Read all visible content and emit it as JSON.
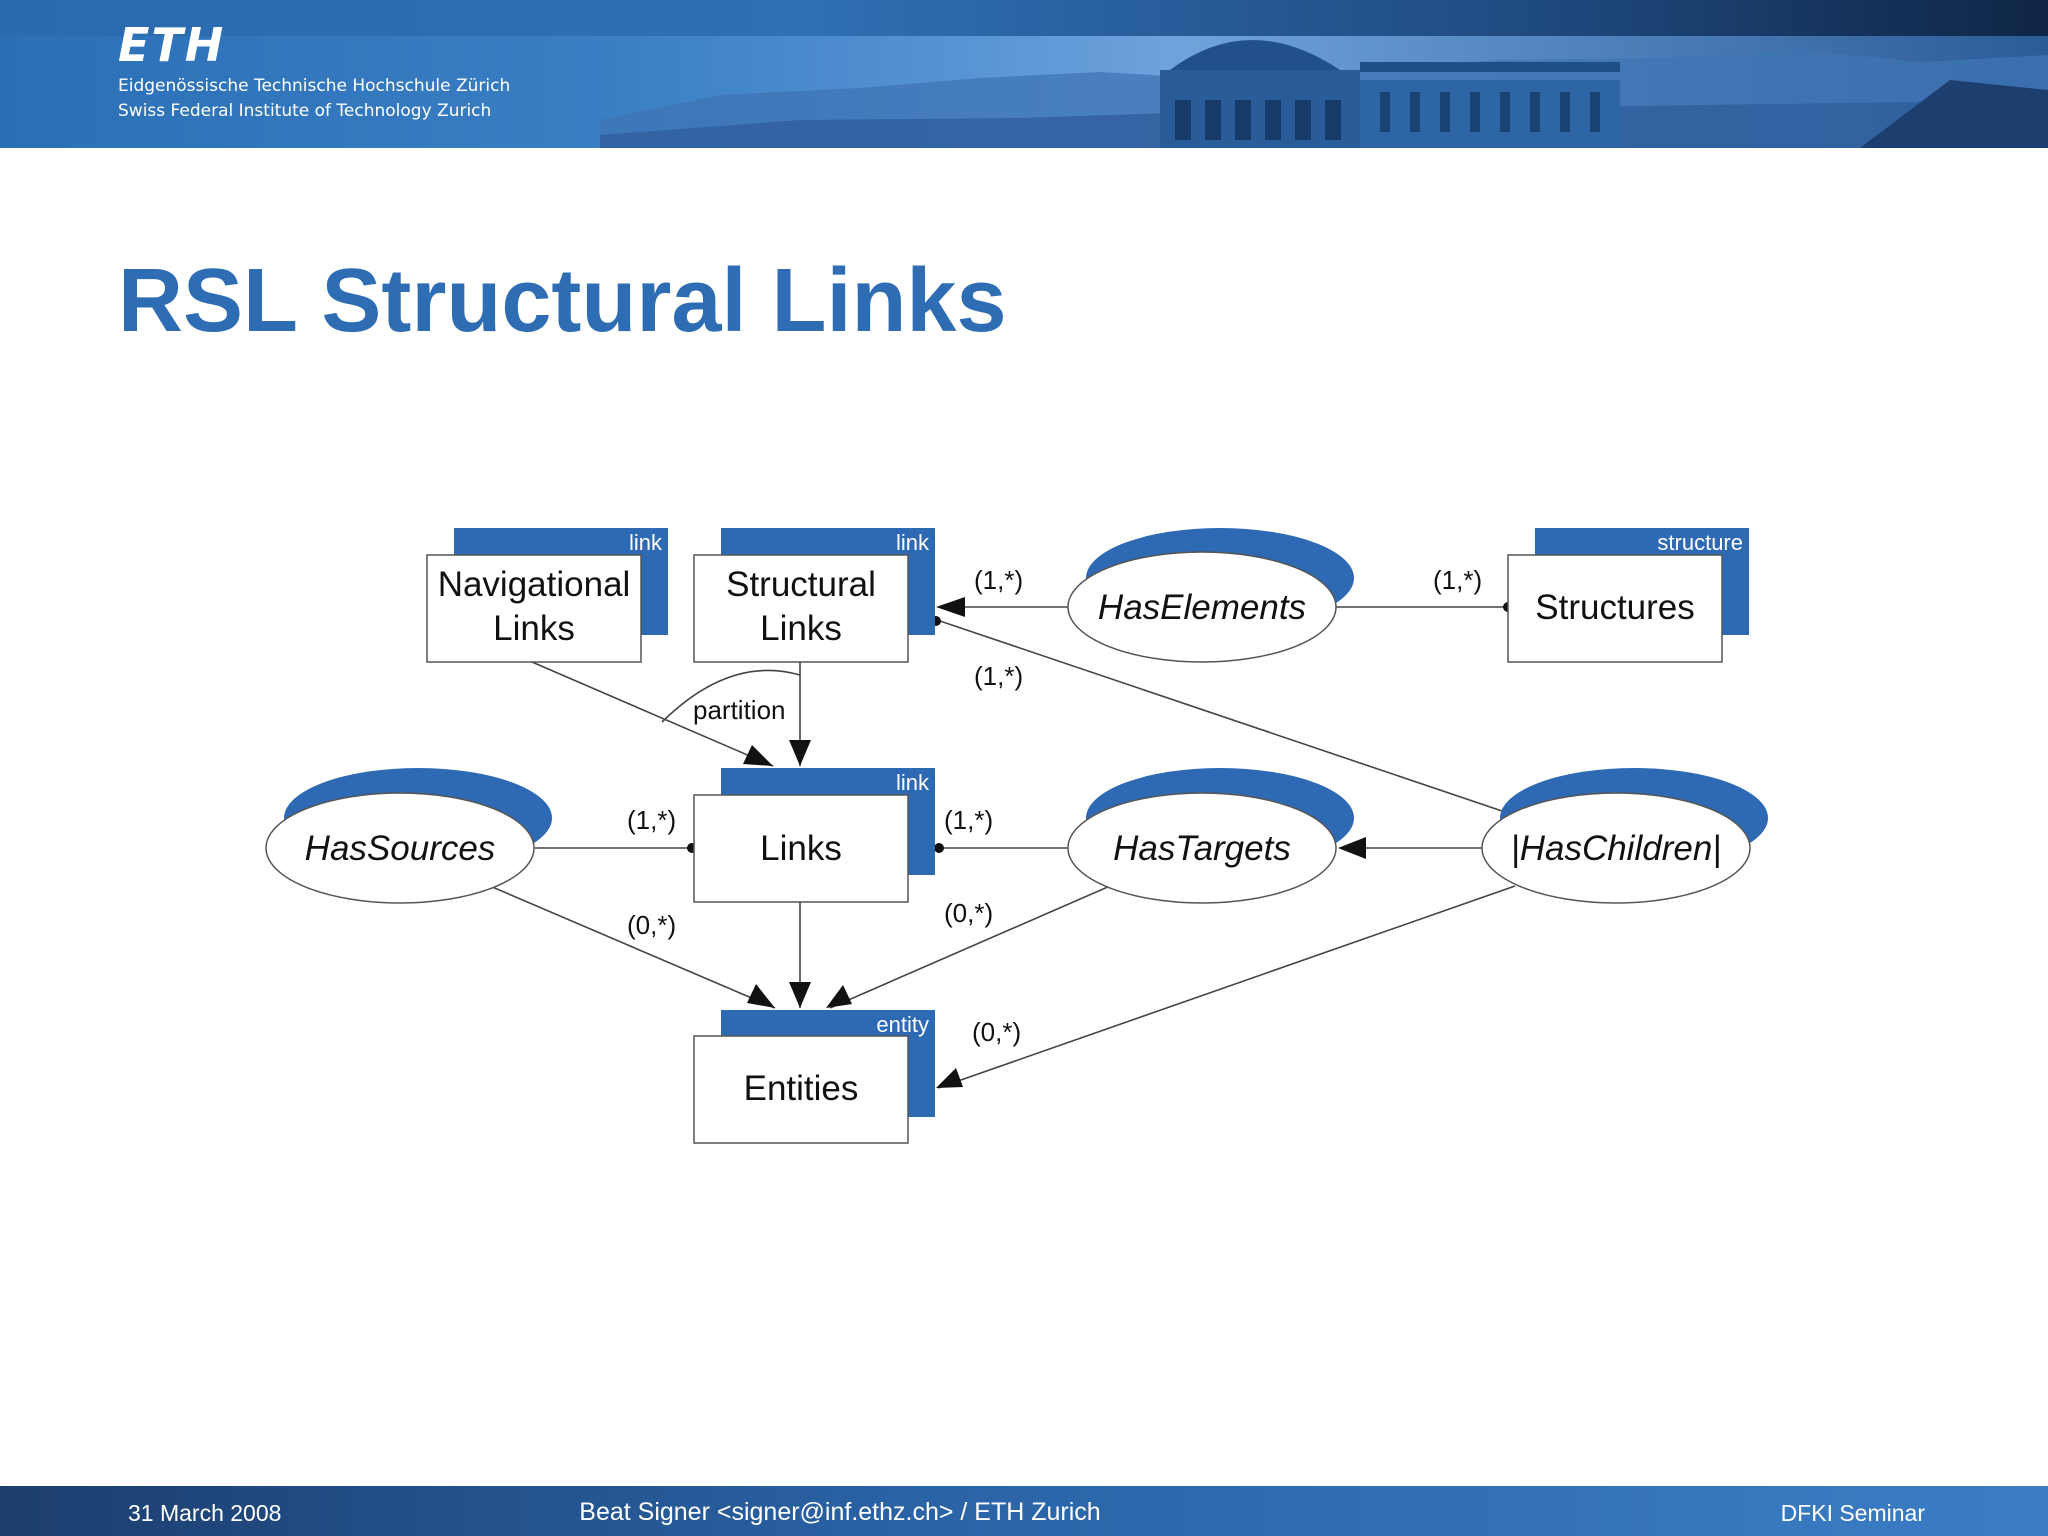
{
  "header": {
    "logo": "ETH",
    "line1": "Eidgenössische Technische Hochschule Zürich",
    "line2": "Swiss Federal Institute of Technology Zurich"
  },
  "title": "RSL Structural Links",
  "diagram": {
    "collections": {
      "navigational_links": {
        "name_line1": "Navigational",
        "name_line2": "Links",
        "type": "link"
      },
      "structural_links": {
        "name_line1": "Structural",
        "name_line2": "Links",
        "type": "link"
      },
      "structures": {
        "name": "Structures",
        "type": "structure"
      },
      "links": {
        "name": "Links",
        "type": "link"
      },
      "entities": {
        "name": "Entities",
        "type": "entity"
      }
    },
    "associations": {
      "has_elements": "HasElements",
      "has_sources": "HasSources",
      "has_targets": "HasTargets",
      "has_children": "|HasChildren|"
    },
    "labels": {
      "partition": "partition",
      "card_elements_left": "(1,*)",
      "card_elements_right": "(1,*)",
      "card_children_structural": "(1,*)",
      "card_sources_links": "(1,*)",
      "card_targets_links": "(1,*)",
      "card_sources_entities": "(0,*)",
      "card_targets_entities": "(0,*)",
      "card_children_entities": "(0,*)"
    },
    "colors": {
      "accent": "#2e69b3",
      "line": "#444444",
      "box_border": "#555555"
    }
  },
  "footer": {
    "date": "31 March 2008",
    "author": "Beat Signer <signer@inf.ethz.ch> / ETH Zurich",
    "event": "DFKI Seminar"
  }
}
